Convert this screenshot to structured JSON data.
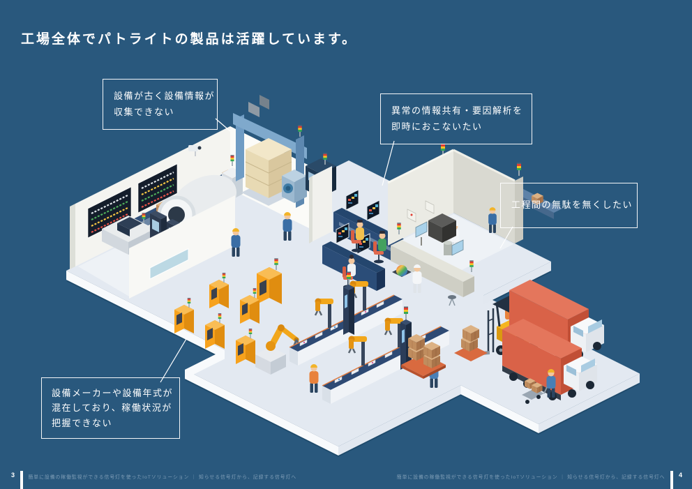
{
  "page": {
    "title": "工場全体でパトライトの製品は活躍しています。",
    "background_color": "#29587d"
  },
  "callouts": [
    {
      "id": "aging-equipment",
      "lines": [
        "設備が古く設備情報が",
        "収集できない"
      ]
    },
    {
      "id": "anomaly-sharing",
      "lines": [
        "異常の情報共有・要因解析を",
        "即時におこないたい"
      ]
    },
    {
      "id": "process-waste",
      "lines": [
        "工程間の無駄を無くしたい"
      ]
    },
    {
      "id": "mixed-equipment",
      "lines": [
        "設備メーカーや設備年式が",
        "混在しており、稼働状況が",
        "把握できない"
      ]
    }
  ],
  "footer": {
    "left_page_number": "3",
    "right_page_number": "4",
    "left_text": "簡単に設備の稼働監視ができる信号灯を使ったIoTソリューション ｜ 知らせる信号灯から、記録する信号灯へ",
    "right_text": "簡単に設備の稼働監視ができる信号灯を使ったIoTソリューション ｜ 知らせる信号灯から、記録する信号灯へ"
  },
  "illustration": {
    "colors": {
      "floor": "#e3e9f1",
      "floor_shadow": "#1e4a6b",
      "machine_orange": "#f7a21d",
      "truck_orange": "#d96248",
      "console_navy": "#24466e",
      "signal_red": "#e03c31",
      "signal_amber": "#f7c325",
      "signal_green": "#35a853"
    }
  }
}
